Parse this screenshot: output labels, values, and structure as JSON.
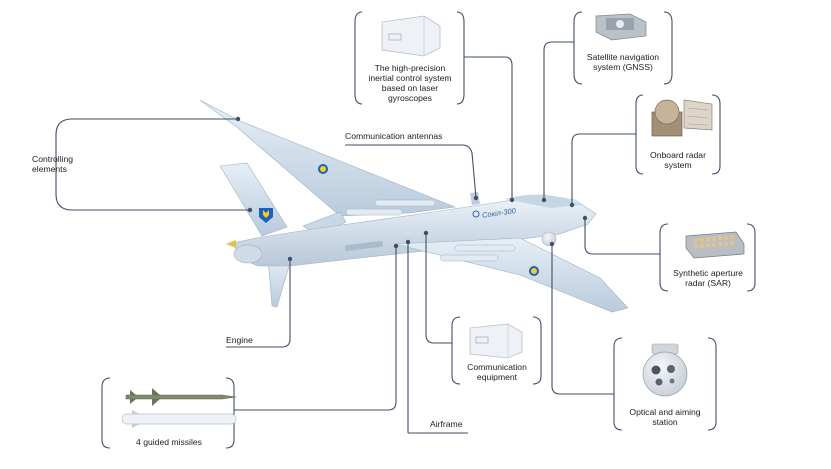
{
  "diagram": {
    "accent_color": "#3f4f66",
    "aircraft_color": "#d7e6f2",
    "fuselage_text": "Сокіл-300",
    "components": [
      {
        "id": "controlling-elements",
        "label": "Controlling\nelements"
      },
      {
        "id": "communication-antennas",
        "label": "Communication antennas"
      },
      {
        "id": "inertial-control-system",
        "label": "The high-precision\ninertial control system\nbased on laser\ngyroscopes"
      },
      {
        "id": "satellite-navigation",
        "label": "Satellite navigation\nsystem (GNSS)"
      },
      {
        "id": "onboard-radar",
        "label": "Onboard radar\nsystem"
      },
      {
        "id": "synthetic-aperture-radar",
        "label": "Synthetic aperture\nradar (SAR)"
      },
      {
        "id": "communication-equipment",
        "label": "Communication\nequipment"
      },
      {
        "id": "optical-aiming-station",
        "label": "Optical and aiming\nstation"
      },
      {
        "id": "engine",
        "label": "Engine"
      },
      {
        "id": "guided-missiles",
        "label": "4 guided missiles"
      },
      {
        "id": "airframe",
        "label": "Airframe"
      }
    ]
  }
}
